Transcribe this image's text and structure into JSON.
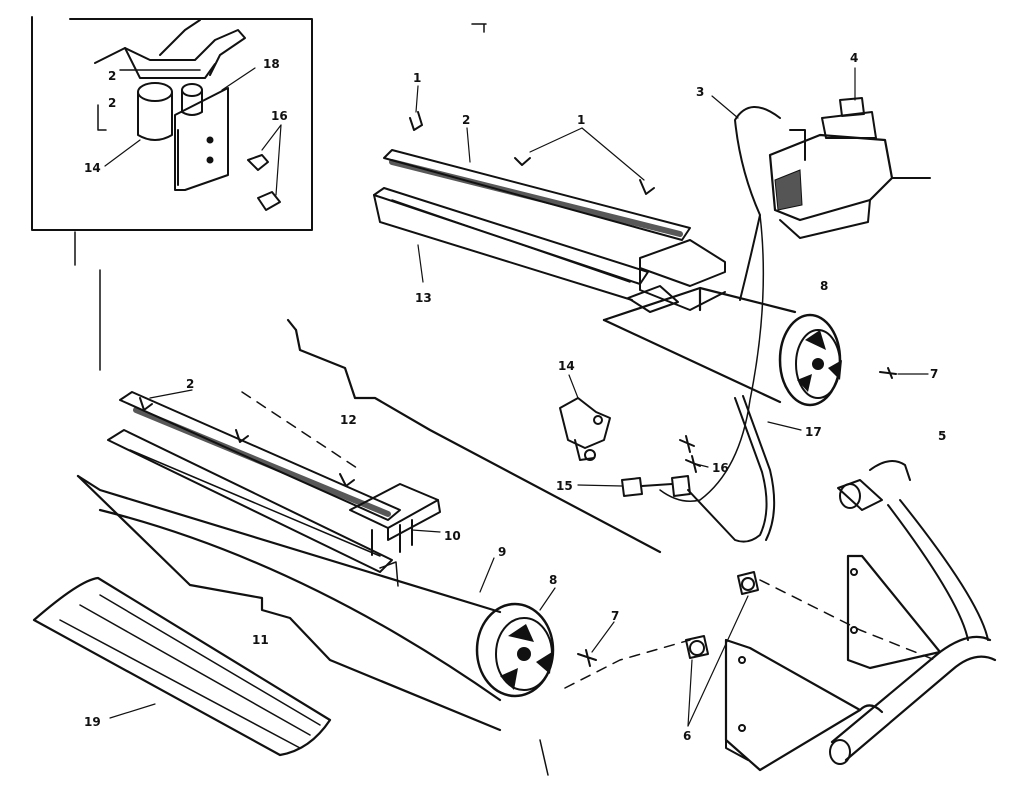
{
  "diagram": {
    "ink_color": "#111111",
    "paper_color": "#ffffff",
    "callouts": {
      "inset_2a": "2",
      "inset_2b": "2",
      "inset_18": "18",
      "inset_16": "16",
      "inset_14": "14",
      "top_1a": "1",
      "top_1b": "1",
      "top_2": "2",
      "top_3": "3",
      "top_4": "4",
      "top_13": "13",
      "top_8": "8",
      "top_7": "7",
      "mid_14": "14",
      "mid_12": "12",
      "mid_17": "17",
      "mid_5": "5",
      "mid_16": "16",
      "mid_15": "15",
      "low_2": "2",
      "low_10": "10",
      "low_9": "9",
      "low_8": "8",
      "low_7": "7",
      "low_11": "11",
      "low_19": "19",
      "low_6": "6"
    }
  }
}
